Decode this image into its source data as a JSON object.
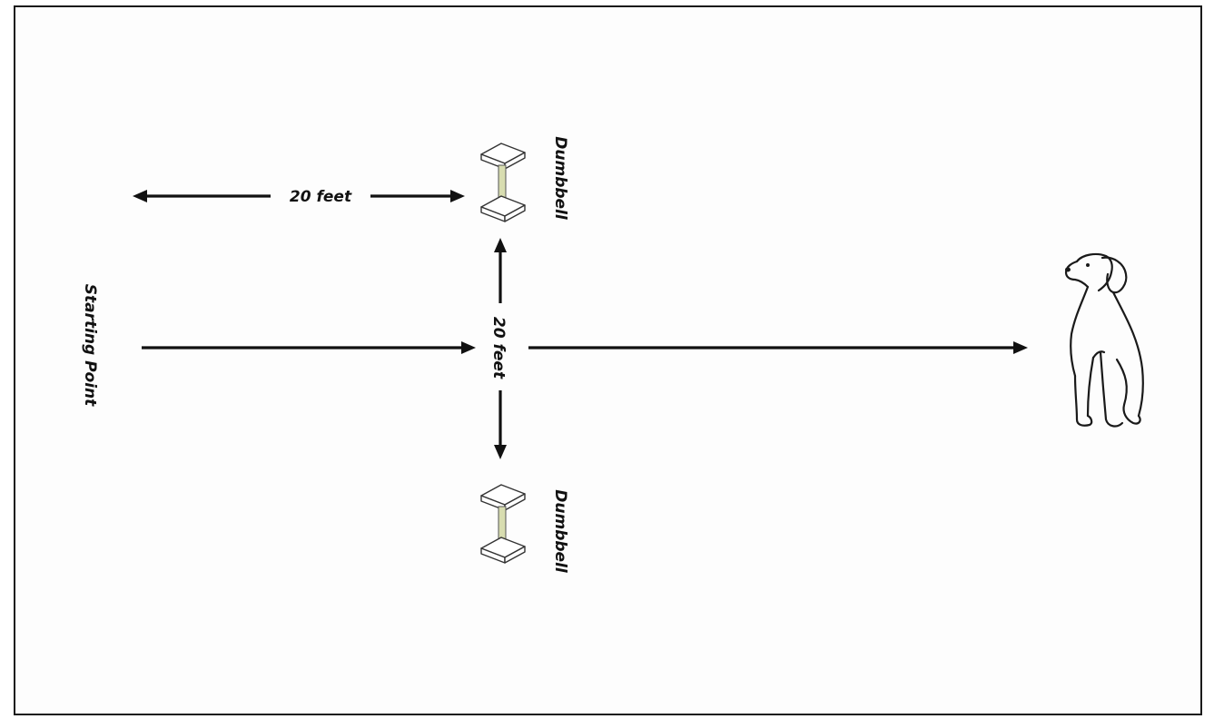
{
  "labels": {
    "starting_point": "Starting Point",
    "top_distance": "20 feet",
    "vertical_distance": "20 feet",
    "dumbbell_top": "Dumbbell",
    "dumbbell_bottom": "Dumbbell"
  },
  "icons": {
    "dumbbell": "dumbbell-icon",
    "dog": "dog-icon"
  },
  "colors": {
    "line": "#111111",
    "dumbbell_bar": "#d8ddb0"
  }
}
